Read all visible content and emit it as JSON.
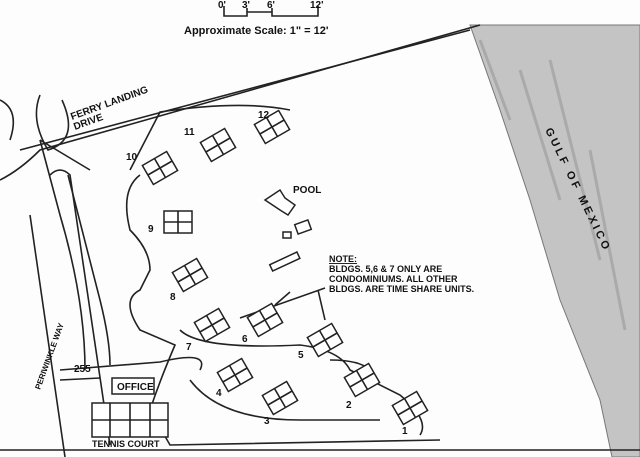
{
  "scale": {
    "ticks": [
      "0'",
      "3'",
      "6'",
      "12'"
    ],
    "label": "Approximate Scale: 1\" = 12'"
  },
  "roads": {
    "ferry_landing": "FERRY LANDING",
    "ferry_drive": "DRIVE",
    "periwinkle": "PERIWINKLE WAY",
    "number": "255"
  },
  "water": "GULF OF MEXICO",
  "pool": "POOL",
  "office": "OFFICE",
  "tennis": "TENNIS COURT",
  "note": {
    "title": "NOTE:",
    "lines": [
      "BLDGS. 5,6 & 7 ONLY ARE",
      "CONDOMINIUMS. ALL OTHER",
      "BLDGS. ARE TIME SHARE UNITS."
    ]
  },
  "buildings": [
    "1",
    "2",
    "3",
    "4",
    "5",
    "6",
    "7",
    "8",
    "9",
    "10",
    "11",
    "12"
  ],
  "colors": {
    "water": "#bdbdbd",
    "line": "#222222"
  }
}
